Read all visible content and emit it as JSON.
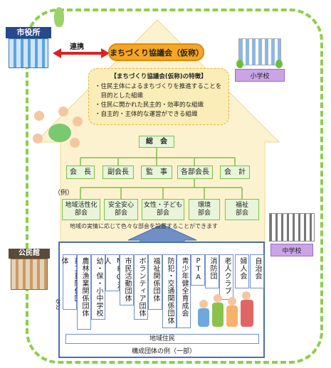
{
  "city_hall": {
    "label": "市役所"
  },
  "link": {
    "label": "連携"
  },
  "council": {
    "title": "まちづくり協議会（仮称）"
  },
  "features": {
    "title": "【まちづくり協議会(仮称)の特徴】",
    "items": [
      "・住民主体によるまちづくりを推進することを",
      "　目的とした組織",
      "・住民に開かれた民主的・効率的な組織",
      "・自主的・主体的な運営ができる組織"
    ]
  },
  "general_meeting": "総　会",
  "officers": [
    "会　長",
    "副会長",
    "監　事",
    "各部会長",
    "会　計"
  ],
  "example_label": "（例）",
  "divisions": [
    "地域活性化\n部会",
    "安全安心\n部会",
    "女性・子ども\n部会",
    "環境\n部会",
    "福祉\n部会"
  ],
  "divisions_note": "地域の実情に応じて色々な部会を設置することができます",
  "groups": [
    "商工業関係団体",
    "農林漁業関係団体",
    "幼・保・小中学校",
    "NPO法人",
    "市民活動団体",
    "ボランティア団体",
    "福祉関係団体",
    "防犯・交通関係団体",
    "青少年健全育成会",
    "PTA",
    "消防団",
    "老人クラブ",
    "婦人会",
    "自治会"
  ],
  "etc_label": "など",
  "residents_label": "地域住民",
  "groups_caption": "構成団体の例（一部）",
  "school_elementary": "小学校",
  "school_junior": "中学校",
  "community_hall": "公民館",
  "colors": {
    "house": "#fdf2cf",
    "boundary": "#8ccf4a",
    "council": "#f6a623",
    "green_box": "#e7f6d9",
    "arrow_red": "#e02020",
    "frame_blue": "#4a6fb5"
  }
}
